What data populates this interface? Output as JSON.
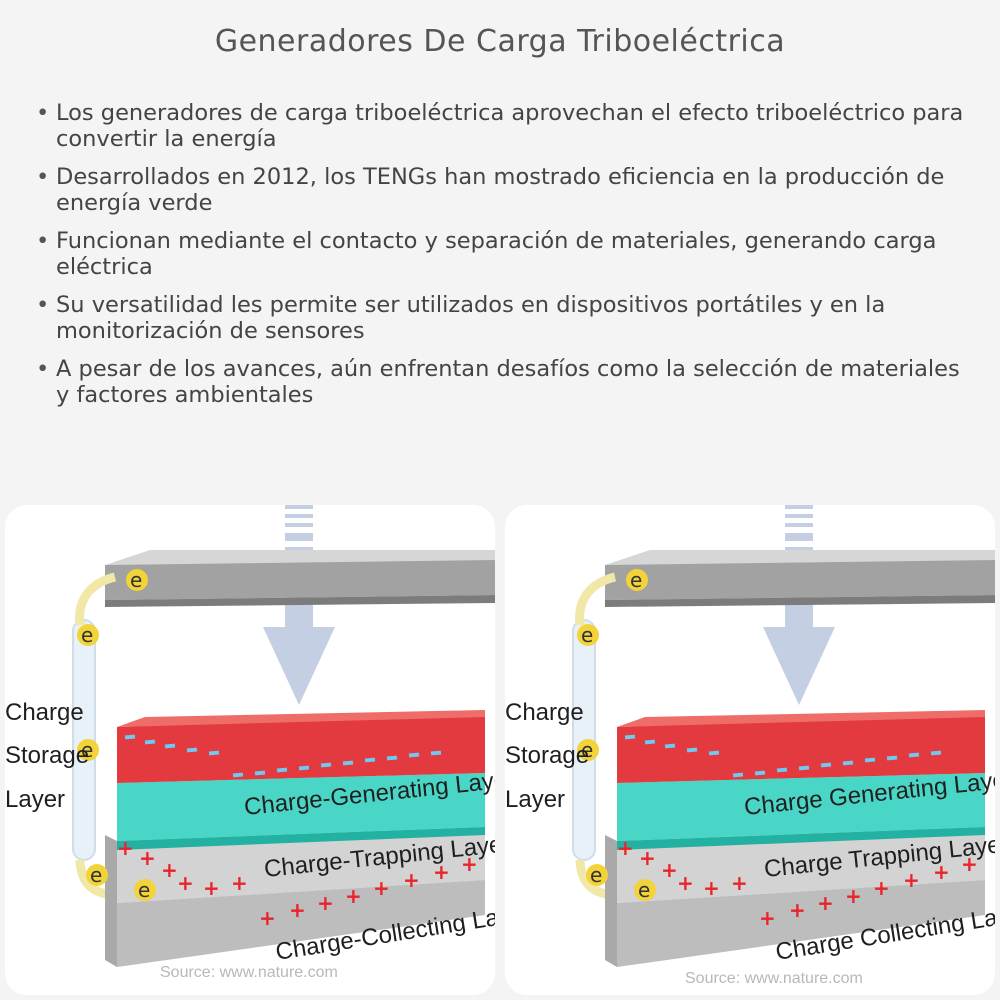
{
  "title": "Generadores De Carga Triboeléctrica",
  "bullets": [
    "Los generadores de carga triboeléctrica aprovechan el efecto triboeléctrico para convertir la energía",
    "Desarrollados en 2012, los TENGs han mostrado eficiencia en la producción de energía verde",
    "Funcionan mediante el contacto y separación de materiales, generando carga eléctrica",
    "Su versatilidad les permite ser utilizados en dispositivos portátiles y en la monitorización de sensores",
    "A pesar de los avances, aún enfrentan desafíos como la selección de materiales y factores ambientales"
  ],
  "diagrams": [
    {
      "storage_line1": "Charge",
      "storage_line2": "Storage",
      "storage_line3": "Layer",
      "generating_layer": "Charge-Generating Layer",
      "trapping_layer": "Charge-Trapping Layer",
      "collecting_layer": "Charge-Collecting Layer",
      "electron": "e",
      "source": "Source: www.nature.com"
    },
    {
      "storage_line1": "Charge",
      "storage_line2": "Storage",
      "storage_line3": "Layer",
      "generating_layer": "Charge Generating Layer",
      "trapping_layer": "Charge Trapping Layer",
      "collecting_layer": "Charge Collecting Layer",
      "electron": "e",
      "source": "Source: www.nature.com"
    }
  ],
  "colors": {
    "generating_front": "#e23a3e",
    "generating_top": "#e8534f",
    "trapping_front": "#2ec9b8",
    "collecting_front": "#c9c9c9",
    "plate": "#9a9a9a",
    "arrow": "#c4cfe3",
    "electron": "#f2d33a"
  }
}
